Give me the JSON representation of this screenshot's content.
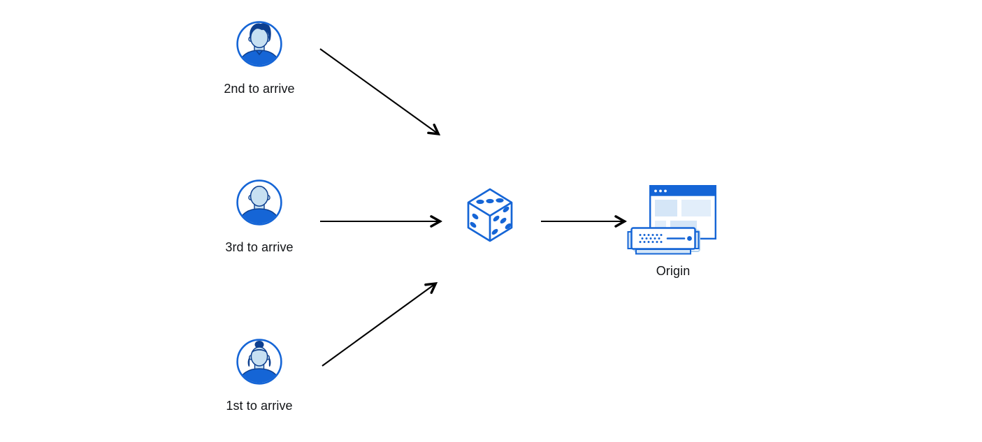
{
  "diagram": {
    "colors": {
      "background": "#FFFFFF",
      "primary_blue": "#1565D6",
      "navy": "#0D3F8F",
      "skin_blue": "#C7E0F2",
      "panel_blue": "#D5E6F7",
      "panel_blue_light": "#E2EEFA",
      "arrow": "#000000",
      "label_text": "#121417"
    },
    "nodes": {
      "visitor_2nd": {
        "label": "2nd to arrive",
        "icon": "user-avatar-male-swept-hair-icon"
      },
      "visitor_3rd": {
        "label": "3rd to arrive",
        "icon": "user-avatar-male-short-hair-icon"
      },
      "visitor_1st": {
        "label": "1st to arrive",
        "icon": "user-avatar-female-bun-icon"
      },
      "random_selector": {
        "label": "",
        "icon": "dice-icon"
      },
      "origin": {
        "label": "Origin",
        "icon": "origin-server-browser-icon"
      }
    },
    "edges": [
      {
        "from": "visitor_2nd",
        "to": "random_selector"
      },
      {
        "from": "visitor_3rd",
        "to": "random_selector"
      },
      {
        "from": "visitor_1st",
        "to": "random_selector"
      },
      {
        "from": "random_selector",
        "to": "origin"
      }
    ]
  }
}
